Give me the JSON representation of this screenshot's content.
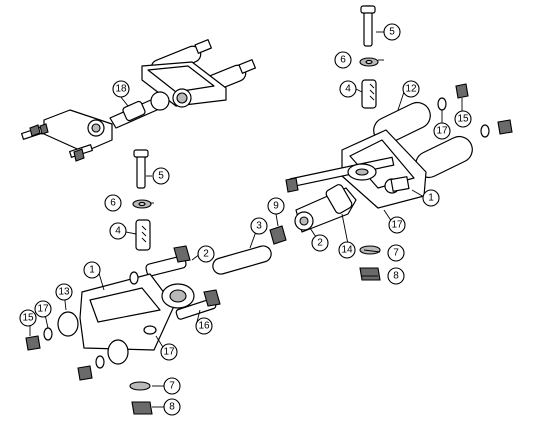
{
  "callouts": [
    {
      "id": "c5-top",
      "label": "5"
    },
    {
      "id": "c6-top",
      "label": "6"
    },
    {
      "id": "c4-top",
      "label": "4"
    },
    {
      "id": "c12",
      "label": "12"
    },
    {
      "id": "c17-top",
      "label": "17"
    },
    {
      "id": "c15-top",
      "label": "15"
    },
    {
      "id": "c18",
      "label": "18"
    },
    {
      "id": "c1-right",
      "label": "1"
    },
    {
      "id": "c17-right",
      "label": "17"
    },
    {
      "id": "c5-mid",
      "label": "5"
    },
    {
      "id": "c6-mid",
      "label": "6"
    },
    {
      "id": "c4-mid",
      "label": "4"
    },
    {
      "id": "c9",
      "label": "9"
    },
    {
      "id": "c3",
      "label": "3"
    },
    {
      "id": "c2-right",
      "label": "2"
    },
    {
      "id": "c14",
      "label": "14"
    },
    {
      "id": "c7-right",
      "label": "7"
    },
    {
      "id": "c8-right",
      "label": "8"
    },
    {
      "id": "c2-left",
      "label": "2"
    },
    {
      "id": "c1-left",
      "label": "1"
    },
    {
      "id": "c13",
      "label": "13"
    },
    {
      "id": "c17-left",
      "label": "17"
    },
    {
      "id": "c15-left",
      "label": "15"
    },
    {
      "id": "c16",
      "label": "16"
    },
    {
      "id": "c17-bottom",
      "label": "17"
    },
    {
      "id": "c7-bottom",
      "label": "7"
    },
    {
      "id": "c8-bottom",
      "label": "8"
    }
  ]
}
